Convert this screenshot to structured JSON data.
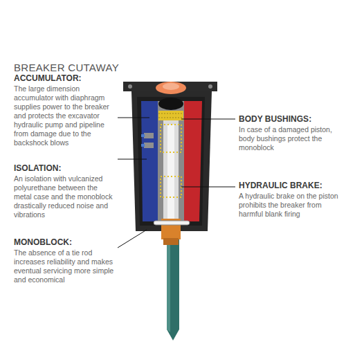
{
  "diagram": {
    "title": "BREAKER CUTAWAY",
    "labels": [
      "ACCUMULATOR:",
      "The large dimension accumulator with diaphragm supplies power to the breaker and protects the excavator hydraulic pump and pipeline from damage due to the backshock blows",
      "ISOLATION:",
      "An isolation with vulcanized polyurethane between the metal case and the monoblock drastically reduced noise and vibrations",
      "MONOBLOCK:",
      "The absence of a tie rod increases reliability and makes eventual servicing more simple and economical",
      "BODY BUSHINGS:",
      "In case of a damaged piston, body bushings protect the monoblock",
      "HYDRAULIC BRAKE:",
      "A hydraulic brake on the piston prohibits the breaker from harmful blank firing"
    ]
  }
}
